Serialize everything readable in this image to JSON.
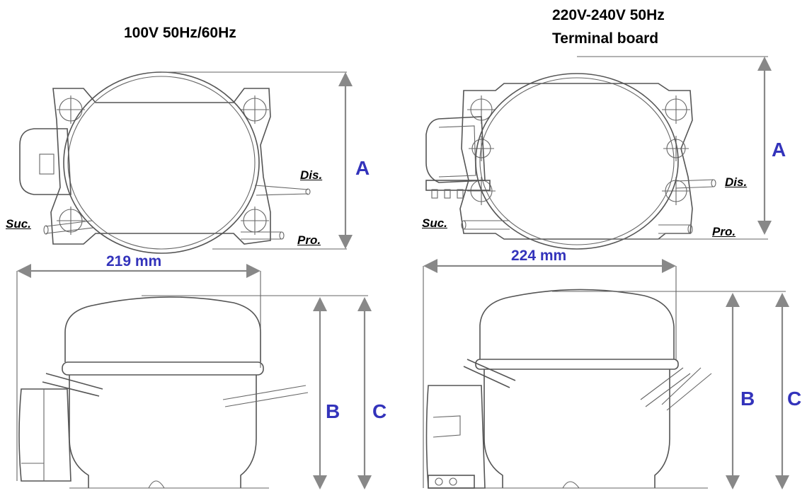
{
  "left": {
    "title": "100V 50Hz/60Hz",
    "width_label": "219 mm",
    "dim_a": "A",
    "dim_b": "B",
    "dim_c": "C",
    "port_dis": "Dis.",
    "port_suc": "Suc.",
    "port_pro": "Pro."
  },
  "right": {
    "title_line1": "220V-240V 50Hz",
    "title_line2": "Terminal board",
    "width_label": "224 mm",
    "dim_a": "A",
    "dim_b": "B",
    "dim_c": "C",
    "port_dis": "Dis.",
    "port_suc": "Suc.",
    "port_pro": "Pro."
  },
  "colors": {
    "dimension_label": "#3333bb",
    "drawing_line": "#555555",
    "dimension_line": "#888888"
  }
}
